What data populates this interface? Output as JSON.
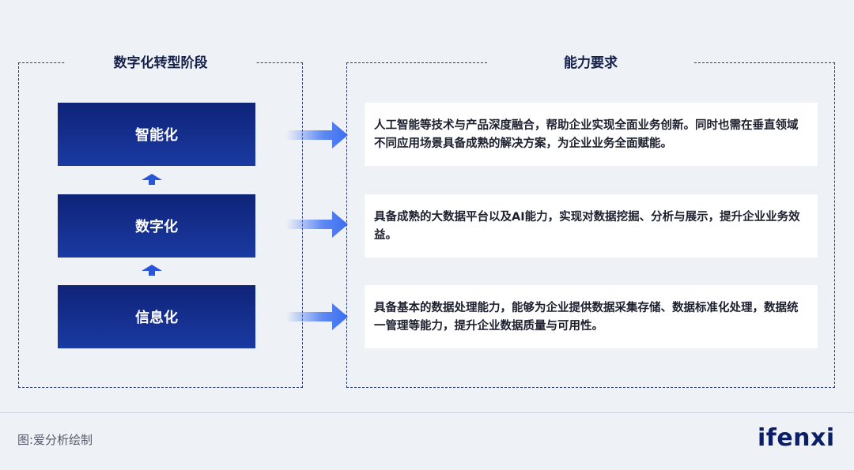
{
  "left_panel": {
    "title": "数字化转型阶段"
  },
  "right_panel": {
    "title": "能力要求"
  },
  "stages": [
    {
      "label": "智能化"
    },
    {
      "label": "数字化"
    },
    {
      "label": "信息化"
    }
  ],
  "requirements": [
    {
      "text": "人工智能等技术与产品深度融合，帮助企业实现全面业务创新。同时也需在垂直领域不同应用场景具备成熟的解决方案，为企业业务全面赋能。"
    },
    {
      "text": "具备成熟的大数据平台以及AI能力，实现对数据挖掘、分析与展示，提升企业业务效益。"
    },
    {
      "text": "具备基本的数据处理能力，能够为企业提供数据采集存储、数据标准化处理，数据统一管理等能力，提升企业数据质量与可用性。"
    }
  ],
  "footer": {
    "caption": "图:爱分析绘制",
    "logo": "ifenxi"
  },
  "colors": {
    "stage_dark": "#0f2378",
    "stage_light": "#1a3aa2",
    "arrow": "#3a6ef2",
    "background": "#eef1f6"
  }
}
